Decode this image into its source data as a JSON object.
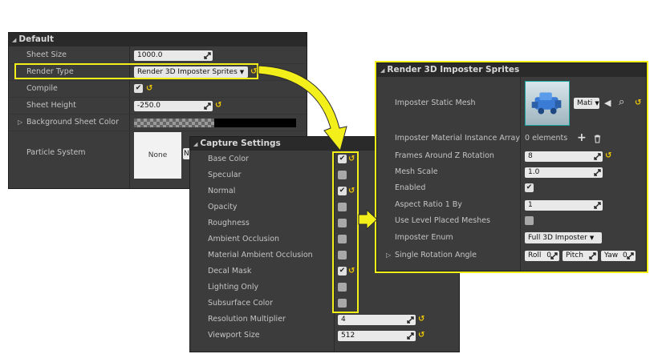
{
  "default_panel": {
    "header": "Default",
    "rows": {
      "sheet_size": {
        "label": "Sheet Size",
        "value": "1000.0"
      },
      "render_type": {
        "label": "Render Type",
        "value": "Render 3D Imposter Sprites"
      },
      "compile": {
        "label": "Compile"
      },
      "sheet_height": {
        "label": "Sheet Height",
        "value": "-250.0"
      },
      "background_sheet_color": {
        "label": "Background Sheet Color"
      },
      "particle_system": {
        "label": "Particle System",
        "thumb": "None",
        "extra": "N"
      }
    }
  },
  "capture_panel": {
    "header": "Capture Settings",
    "rows": {
      "base_color": {
        "label": "Base Color",
        "checked": true
      },
      "specular": {
        "label": "Specular",
        "checked": false
      },
      "normal": {
        "label": "Normal",
        "checked": true
      },
      "opacity": {
        "label": "Opacity",
        "checked": false
      },
      "roughness": {
        "label": "Roughness",
        "checked": false
      },
      "ambient_occlusion": {
        "label": "Ambient Occlusion",
        "checked": false
      },
      "material_ambient_occlusion": {
        "label": "Material Ambient Occlusion",
        "checked": false
      },
      "decal_mask": {
        "label": "Decal Mask",
        "checked": true
      },
      "lighting_only": {
        "label": "Lighting Only",
        "checked": false
      },
      "subsurface_color": {
        "label": "Subsurface Color",
        "checked": false
      },
      "resolution_multiplier": {
        "label": "Resolution Multiplier",
        "value": "4"
      },
      "viewport_size": {
        "label": "Viewport Size",
        "value": "512"
      }
    }
  },
  "imposter_panel": {
    "header": "Render 3D Imposter Sprites",
    "rows": {
      "static_mesh": {
        "label": "Imposter Static Mesh",
        "value": "Mati"
      },
      "material_instance_array": {
        "label": "Imposter Material Instance Array",
        "value": "0 elements"
      },
      "frames_around_z": {
        "label": "Frames Around Z Rotation",
        "value": "8"
      },
      "mesh_scale": {
        "label": "Mesh Scale",
        "value": "1.0"
      },
      "enabled": {
        "label": "Enabled",
        "checked": true
      },
      "aspect_ratio": {
        "label": "Aspect Ratio 1 By",
        "value": "1"
      },
      "use_level_placed": {
        "label": "Use Level Placed Meshes",
        "checked": false
      },
      "imposter_enum": {
        "label": "Imposter Enum",
        "value": "Full 3D Imposter"
      },
      "single_rotation": {
        "label": "Single Rotation Angle",
        "roll": "Roll",
        "roll_val": "0",
        "pitch": "Pitch",
        "yaw": "Yaw",
        "yaw_val": "0"
      }
    }
  },
  "icons": {
    "check": "✔",
    "reset": "↺",
    "caret": "▼",
    "expand": "▷",
    "collapse": "◢",
    "plus": "+",
    "trash": "🗑",
    "arrow_left": "◀",
    "search": "⌕"
  },
  "colors": {
    "highlight": "#f2ef1a",
    "reset": "#f0c800",
    "panel_bg": "#3c3c3c",
    "header_bg": "#2a2a2a"
  }
}
